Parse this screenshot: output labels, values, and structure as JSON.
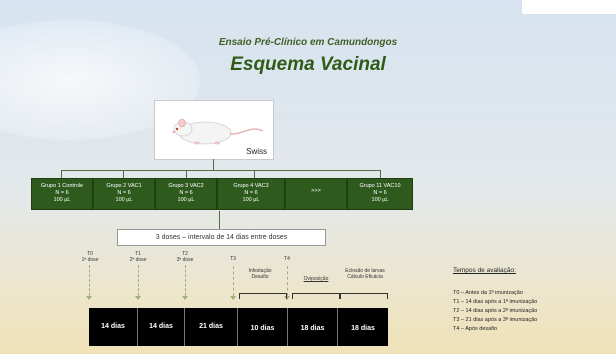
{
  "title": "Ensaio Pré-Clínico em Camundongos",
  "subtitle": "Esquema Vacinal",
  "mouse_label": "Swiss",
  "groups": [
    {
      "name": "Grupo 1 Controle",
      "n": "N = 6",
      "vol": "100 µL"
    },
    {
      "name": "Grupo 2 VAC1",
      "n": "N = 6",
      "vol": "100 µL"
    },
    {
      "name": "Grupo 3 VAC2",
      "n": "N = 6",
      "vol": "100 µL"
    },
    {
      "name": "Grupo 4 VAC3",
      "n": "N = 6",
      "vol": "100 µL"
    },
    {
      "name": ">>>",
      "n": "",
      "vol": ""
    },
    {
      "name": "Grupo 11 VAC10",
      "n": "N = 6",
      "vol": "100 µL"
    }
  ],
  "doses_text": "3 doses – intervalo de 14 dias entre doses",
  "timepoints": [
    {
      "t": "T0",
      "desc": "1ª dose"
    },
    {
      "t": "T1",
      "desc": "2ª dose"
    },
    {
      "t": "T2",
      "desc": "3ª dose"
    },
    {
      "t": "T3",
      "desc": ""
    },
    {
      "t": "T4",
      "desc": ""
    }
  ],
  "events": {
    "infection": "Infestação Desafio",
    "oviposition": "Oviposição",
    "hatching": "Eclosão de larvas Cálculo Eficácia"
  },
  "days": [
    "14 dias",
    "14 dias",
    "21 dias",
    "10 dias",
    "18 dias",
    "18 dias"
  ],
  "legend": {
    "title": "Tempos de avaliação:",
    "items": [
      "T0 – Antes da 1ª imunização",
      "T1 – 14 dias após a 1ª imunização",
      "T2 – 14 dias após a 2ª imunização",
      "T3 – 21 dias após a 3ª imunização",
      "T4 – Após desafio"
    ]
  }
}
